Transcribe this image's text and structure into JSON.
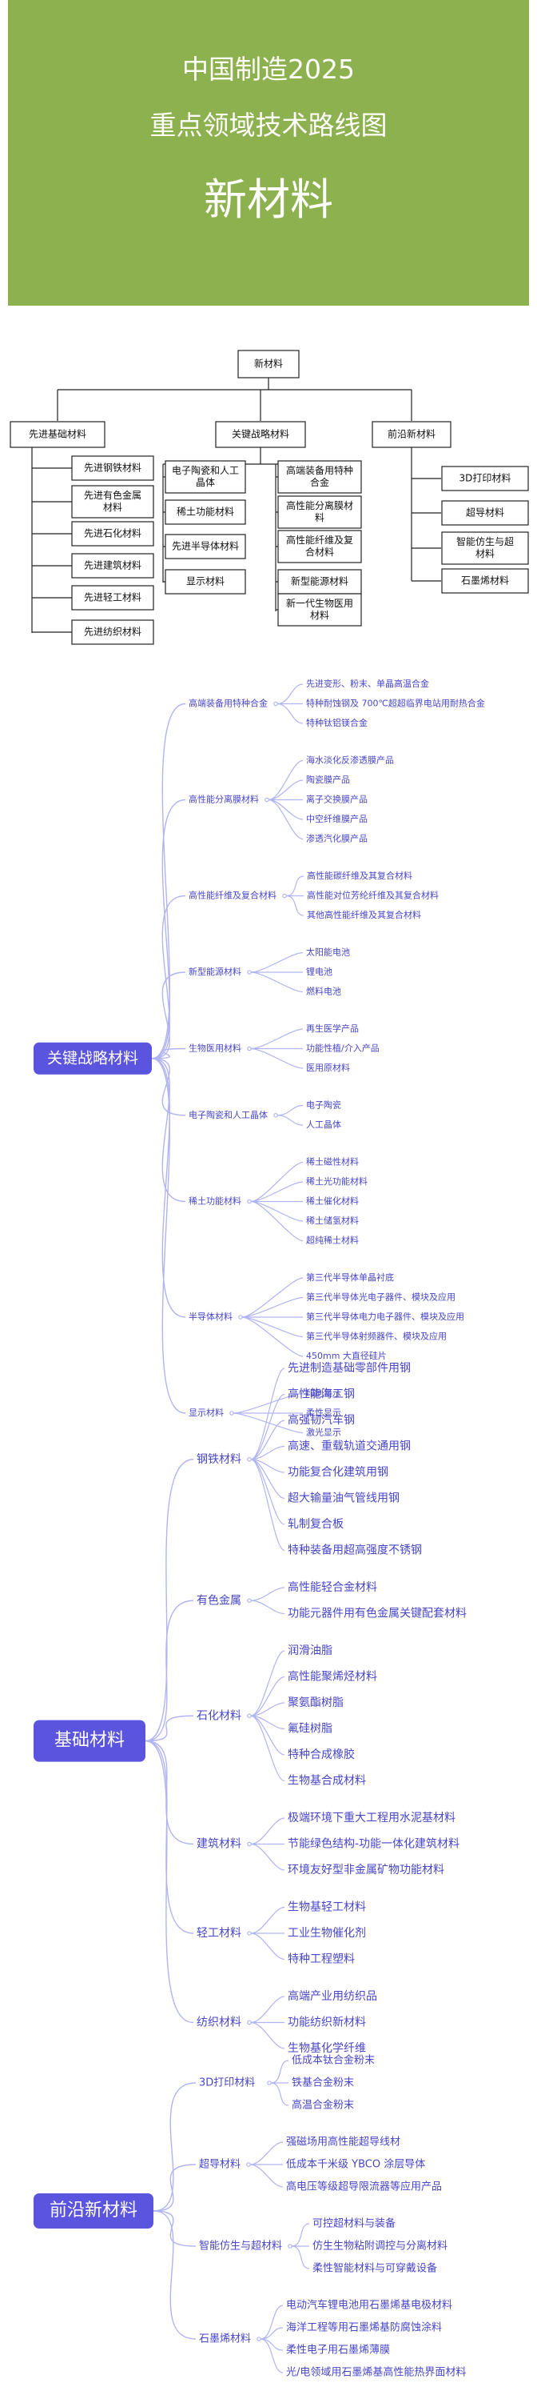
{
  "banner": {
    "line1": "中国制造2025",
    "line2": "重点领域技术路线图",
    "line3": "新材料",
    "bg_color": "#8db14e"
  },
  "overview": {
    "root": "新材料",
    "branches": [
      {
        "label": "先进基础材料",
        "children": [
          "先进钢铁材料",
          "先进有色金属材料",
          "先进石化材料",
          "先进建筑材料",
          "先进轻工材料",
          "先进纺织材料"
        ]
      },
      {
        "label": "关键战略材料",
        "children": [
          [
            "电子陶瓷和人工晶体",
            "高端装备用特种合金"
          ],
          [
            "稀土功能材料",
            "高性能分离膜材料"
          ],
          [
            "先进半导体材料",
            "高性能纤维及复合材料"
          ],
          [
            "显示材料",
            "新型能源材料"
          ],
          [
            "",
            "新一代生物医用材料"
          ]
        ]
      },
      {
        "label": "前沿新材料",
        "children": [
          "3D打印材料",
          "超导材料",
          "智能仿生与超材料",
          "石墨烯材料"
        ]
      }
    ]
  },
  "map_style": {
    "line": "#b1b4f2",
    "text": "#4846c8",
    "hub": "#5b54df"
  },
  "mindmaps": [
    {
      "hub": "关键战略材料",
      "branches": [
        {
          "label": "高端装备用特种合金",
          "leaves": [
            "先进变形、粉末、单晶高温合金",
            "特种耐蚀钢及 700℃超超临界电站用耐热合金",
            "特种钛铝镁合金"
          ]
        },
        {
          "label": "高性能分离膜材料",
          "leaves": [
            "海水淡化反渗透膜产品",
            "陶瓷膜产品",
            "离子交换膜产品",
            "中空纤维膜产品",
            "渗透汽化膜产品"
          ]
        },
        {
          "label": "高性能纤维及复合材料",
          "leaves": [
            "高性能碳纤维及其复合材料",
            "高性能对位芳纶纤维及其复合材料",
            "其他高性能纤维及其复合材料"
          ]
        },
        {
          "label": "新型能源材料",
          "leaves": [
            "太阳能电池",
            "锂电池",
            "燃料电池"
          ]
        },
        {
          "label": "生物医用材料",
          "leaves": [
            "再生医学产品",
            "功能性植/介入产品",
            "医用原材料"
          ]
        },
        {
          "label": "电子陶瓷和人工晶体",
          "leaves": [
            "电子陶瓷",
            "人工晶体"
          ]
        },
        {
          "label": "稀土功能材料",
          "leaves": [
            "稀土磁性材料",
            "稀土光功能材料",
            "稀土催化材料",
            "稀土储氢材料",
            "超纯稀土材料"
          ]
        },
        {
          "label": "半导体材料",
          "leaves": [
            "第三代半导体单晶衬底",
            "第三代半导体光电子器件、模块及应用",
            "第三代半导体电力电子器件、模块及应用",
            "第三代半导体射频器件、模块及应用",
            "450mm 大直径硅片"
          ]
        },
        {
          "label": "显示材料",
          "leaves": [
            "印刷显示",
            "柔性显示",
            "激光显示"
          ]
        }
      ]
    },
    {
      "hub": "基础材料",
      "branches": [
        {
          "label": "钢铁材料",
          "leaves": [
            "先进制造基础零部件用钢",
            "高性能海工钢",
            "高强韧汽车钢",
            "高速、重载轨道交通用钢",
            "功能复合化建筑用钢",
            "超大输量油气管线用钢",
            "轧制复合板",
            "特种装备用超高强度不锈钢"
          ]
        },
        {
          "label": "有色金属",
          "leaves": [
            "高性能轻合金材料",
            "功能元器件用有色金属关键配套材料"
          ]
        },
        {
          "label": "石化材料",
          "leaves": [
            "润滑油脂",
            "高性能聚烯烃材料",
            "聚氨酯树脂",
            "氟硅树脂",
            "特种合成橡胶",
            "生物基合成材料"
          ]
        },
        {
          "label": "建筑材料",
          "leaves": [
            "极端环境下重大工程用水泥基材料",
            "节能绿色结构-功能一体化建筑材料",
            "环境友好型非金属矿物功能材料"
          ]
        },
        {
          "label": "轻工材料",
          "leaves": [
            "生物基轻工材料",
            "工业生物催化剂",
            "特种工程塑料"
          ]
        },
        {
          "label": "纺织材料",
          "leaves": [
            "高端产业用纺织品",
            "功能纺织新材料",
            "生物基化学纤维"
          ]
        }
      ]
    },
    {
      "hub": "前沿新材料",
      "branches": [
        {
          "label": "3D打印材料",
          "leaves": [
            "低成本钛合金粉末",
            "铁基合金粉末",
            "高温合金粉末"
          ]
        },
        {
          "label": "超导材料",
          "leaves": [
            "强磁场用高性能超导线材",
            "低成本千米级 YBCO 涂层导体",
            "高电压等级超导限流器等应用产品"
          ]
        },
        {
          "label": "智能仿生与超材料",
          "leaves": [
            "可控超材料与装备",
            "仿生生物粘附调控与分离材料",
            "柔性智能材料与可穿戴设备"
          ]
        },
        {
          "label": "石墨烯材料",
          "leaves": [
            "电动汽车锂电池用石墨烯基电极材料",
            "海洋工程等用石墨烯基防腐蚀涂料",
            "柔性电子用石墨烯薄膜",
            "光/电领域用石墨烯基高性能热界面材料"
          ]
        }
      ]
    }
  ]
}
